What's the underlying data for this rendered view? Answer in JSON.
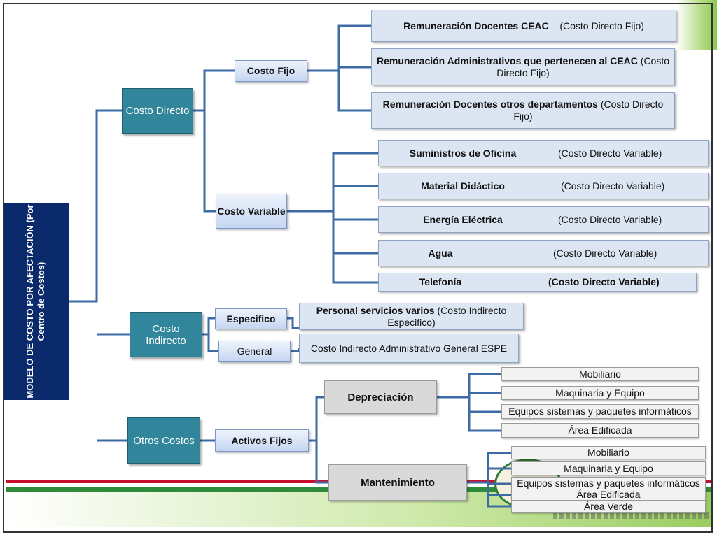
{
  "root": {
    "line1": "MODELO DE COSTO POR AFECTACIÓN   (Por",
    "line2": "Centro de Costos)"
  },
  "nodes": {
    "directo": "Costo Directo",
    "indirecto_word1": "Costo",
    "indirecto_word2": "Indirecto",
    "otros": "Otros Costos",
    "fijo": "Costo Fijo",
    "variable": "Costo Variable",
    "especifico": "Especifico",
    "general": "General",
    "activos": "Activos Fijos",
    "depreciacion": "Depreciación",
    "mantenimiento": "Mantenimiento"
  },
  "fijo_items": [
    {
      "bold": "Remuneración Docentes CEAC",
      "rest": "    (Costo Directo Fijo)"
    },
    {
      "bold": "Remuneración Administrativos que pertenecen al CEAC",
      "rest": " (Costo Directo Fijo)"
    },
    {
      "bold": "Remuneración Docentes otros departamentos",
      "rest": " (Costo Directo Fijo)"
    }
  ],
  "variable_items": [
    {
      "name": "Suministros de Oficina",
      "tag": "(Costo Directo Variable)"
    },
    {
      "name": "Material Didáctico",
      "tag": "(Costo Directo Variable)"
    },
    {
      "name": "Energía Eléctrica",
      "tag": "(Costo Directo Variable)"
    },
    {
      "name": "Agua",
      "tag": "(Costo Directo Variable)"
    },
    {
      "name": "Telefonía",
      "tag": "(Costo Directo Variable)"
    }
  ],
  "especifico_item": {
    "bold": "Personal servicios varios",
    "rest": " (Costo Indirecto Especifico)"
  },
  "general_item": "Costo Indirecto Administrativo General ESPE",
  "depreciacion_items": [
    "Mobiliario",
    "Maquinaria y Equipo",
    "Equipos sistemas y paquetes informáticos",
    "Área Edificada"
  ],
  "mantenimiento_items": [
    "Mobiliario",
    "Maquinaria y Equipo",
    "Equipos sistemas y paquetes informáticos",
    "Área Edificada",
    "Área Verde"
  ],
  "colors": {
    "connector": "#3d6ba5",
    "root": "#0a2a6b",
    "teal": "#31869b",
    "leaf": "#dce6f2"
  }
}
